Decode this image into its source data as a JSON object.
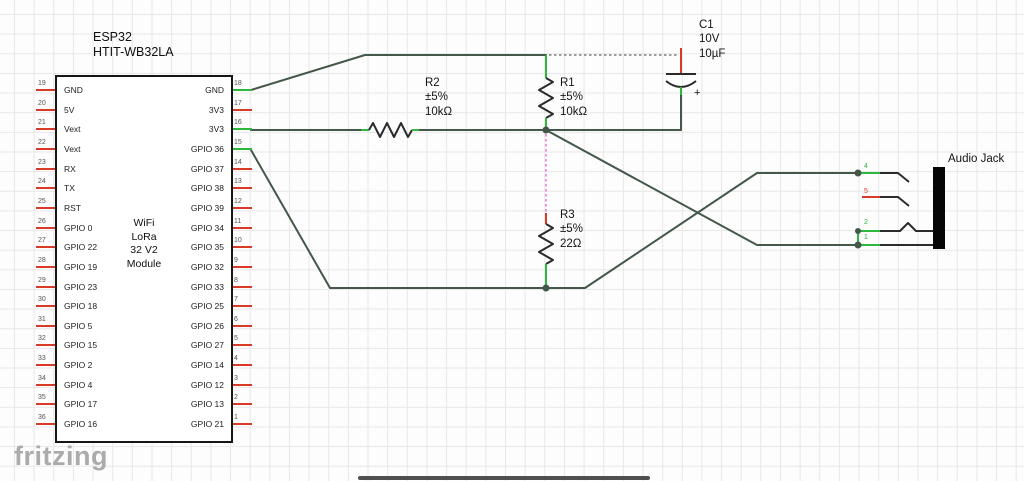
{
  "app": {
    "watermark": "fritzing"
  },
  "colors": {
    "wire": "#44584a",
    "connected": "#2db83d",
    "unconnected": "#d93a27",
    "ratsnest_pink": "#ef6fd3",
    "ratsnest_gray": "#666666",
    "part_outline": "#2b2b2b"
  },
  "components": {
    "esp32": {
      "designator": "ESP32",
      "part_number": "HTIT-WB32LA",
      "center_label": "WiFi\nLoRa\n32 V2\nModule",
      "left_pins": [
        {
          "num": "19",
          "label": "GND",
          "connected": false
        },
        {
          "num": "20",
          "label": "5V",
          "connected": false
        },
        {
          "num": "21",
          "label": "Vext",
          "connected": false
        },
        {
          "num": "22",
          "label": "Vext",
          "connected": false
        },
        {
          "num": "23",
          "label": "RX",
          "connected": false
        },
        {
          "num": "24",
          "label": "TX",
          "connected": false
        },
        {
          "num": "25",
          "label": "RST",
          "connected": false
        },
        {
          "num": "26",
          "label": "GPIO 0",
          "connected": false
        },
        {
          "num": "27",
          "label": "GPIO 22",
          "connected": false
        },
        {
          "num": "28",
          "label": "GPIO 19",
          "connected": false
        },
        {
          "num": "29",
          "label": "GPIO 23",
          "connected": false
        },
        {
          "num": "30",
          "label": "GPIO 18",
          "connected": false
        },
        {
          "num": "31",
          "label": "GPIO 5",
          "connected": false
        },
        {
          "num": "32",
          "label": "GPIO 15",
          "connected": false
        },
        {
          "num": "33",
          "label": "GPIO 2",
          "connected": false
        },
        {
          "num": "34",
          "label": "GPIO 4",
          "connected": false
        },
        {
          "num": "35",
          "label": "GPIO 17",
          "connected": false
        },
        {
          "num": "36",
          "label": "GPIO 16",
          "connected": false
        }
      ],
      "right_pins": [
        {
          "num": "18",
          "label": "GND",
          "connected": true
        },
        {
          "num": "17",
          "label": "3V3",
          "connected": false
        },
        {
          "num": "16",
          "label": "3V3",
          "connected": true
        },
        {
          "num": "15",
          "label": "GPIO 36",
          "connected": true
        },
        {
          "num": "14",
          "label": "GPIO 37",
          "connected": false
        },
        {
          "num": "13",
          "label": "GPIO 38",
          "connected": false
        },
        {
          "num": "12",
          "label": "GPIO 39",
          "connected": false
        },
        {
          "num": "11",
          "label": "GPIO 34",
          "connected": false
        },
        {
          "num": "10",
          "label": "GPIO 35",
          "connected": false
        },
        {
          "num": "9",
          "label": "GPIO 32",
          "connected": false
        },
        {
          "num": "8",
          "label": "GPIO 33",
          "connected": false
        },
        {
          "num": "7",
          "label": "GPIO 25",
          "connected": false
        },
        {
          "num": "6",
          "label": "GPIO 26",
          "connected": false
        },
        {
          "num": "5",
          "label": "GPIO 27",
          "connected": false
        },
        {
          "num": "4",
          "label": "GPIO 14",
          "connected": false
        },
        {
          "num": "3",
          "label": "GPIO 12",
          "connected": false
        },
        {
          "num": "2",
          "label": "GPIO 13",
          "connected": false
        },
        {
          "num": "1",
          "label": "GPIO 21",
          "connected": false
        }
      ]
    },
    "r1": {
      "designator": "R1",
      "tolerance": "±5%",
      "value": "10kΩ"
    },
    "r2": {
      "designator": "R2",
      "tolerance": "±5%",
      "value": "10kΩ"
    },
    "r3": {
      "designator": "R3",
      "tolerance": "±5%",
      "value": "22Ω"
    },
    "c1": {
      "designator": "C1",
      "voltage": "10V",
      "value": "10µF",
      "polarity": "+"
    },
    "audio_jack": {
      "label": "Audio Jack",
      "pins": [
        {
          "num": "4",
          "connected": true
        },
        {
          "num": "5",
          "connected": false
        },
        {
          "num": "2",
          "connected": true
        },
        {
          "num": "1",
          "connected": true
        }
      ]
    }
  }
}
